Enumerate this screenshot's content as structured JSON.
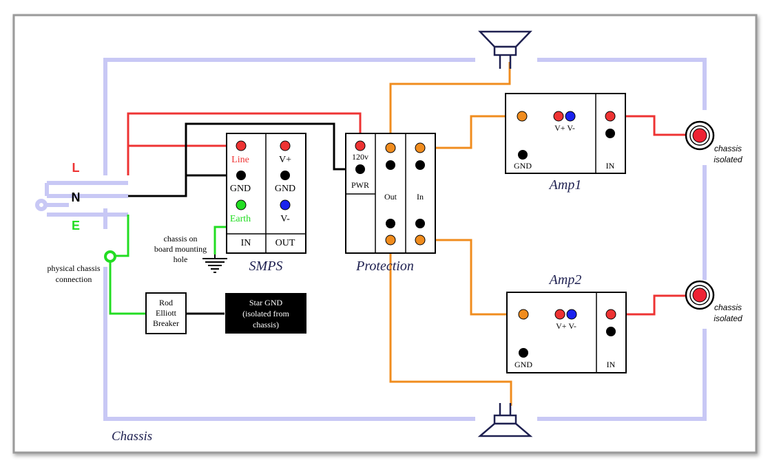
{
  "colors": {
    "chassis": "#c8c8f5",
    "line": "#ee3333",
    "neutral": "#000000",
    "earth": "#22dd22",
    "signal": "#f08c1e",
    "vneg": "#1a22ee"
  },
  "mains": {
    "line": "L",
    "neutral": "N",
    "earth": "E"
  },
  "smps": {
    "title": "SMPS",
    "in_line": "Line",
    "in_gnd": "GND",
    "in_earth": "Earth",
    "out_vpos": "V+",
    "out_gnd": "GND",
    "out_vneg": "V-",
    "in_label": "IN",
    "out_label": "OUT"
  },
  "protection": {
    "title": "Protection",
    "pwr_voltage": "120v",
    "pwr_label": "PWR",
    "out_label": "Out",
    "in_label": "In"
  },
  "amp1": {
    "title": "Amp1",
    "supply": "V+ V-",
    "gnd": "GND",
    "in": "IN"
  },
  "amp2": {
    "title": "Amp2",
    "supply": "V+ V-",
    "gnd": "GND",
    "in": "IN"
  },
  "labels": {
    "chassis_mount_l1": "chassis on",
    "chassis_mount_l2": "board mounting",
    "chassis_mount_l3": "hole",
    "physical_chassis_l1": "physical chassis",
    "physical_chassis_l2": "connection",
    "breaker_l1": "Rod",
    "breaker_l2": "Elliott",
    "breaker_l3": "Breaker",
    "star_l1": "Star GND",
    "star_l2": "(isolated from",
    "star_l3": "chassis)",
    "isolated1_l1": "chassis",
    "isolated1_l2": "isolated",
    "isolated2_l1": "chassis",
    "isolated2_l2": "isolated",
    "chassis": "Chassis"
  }
}
